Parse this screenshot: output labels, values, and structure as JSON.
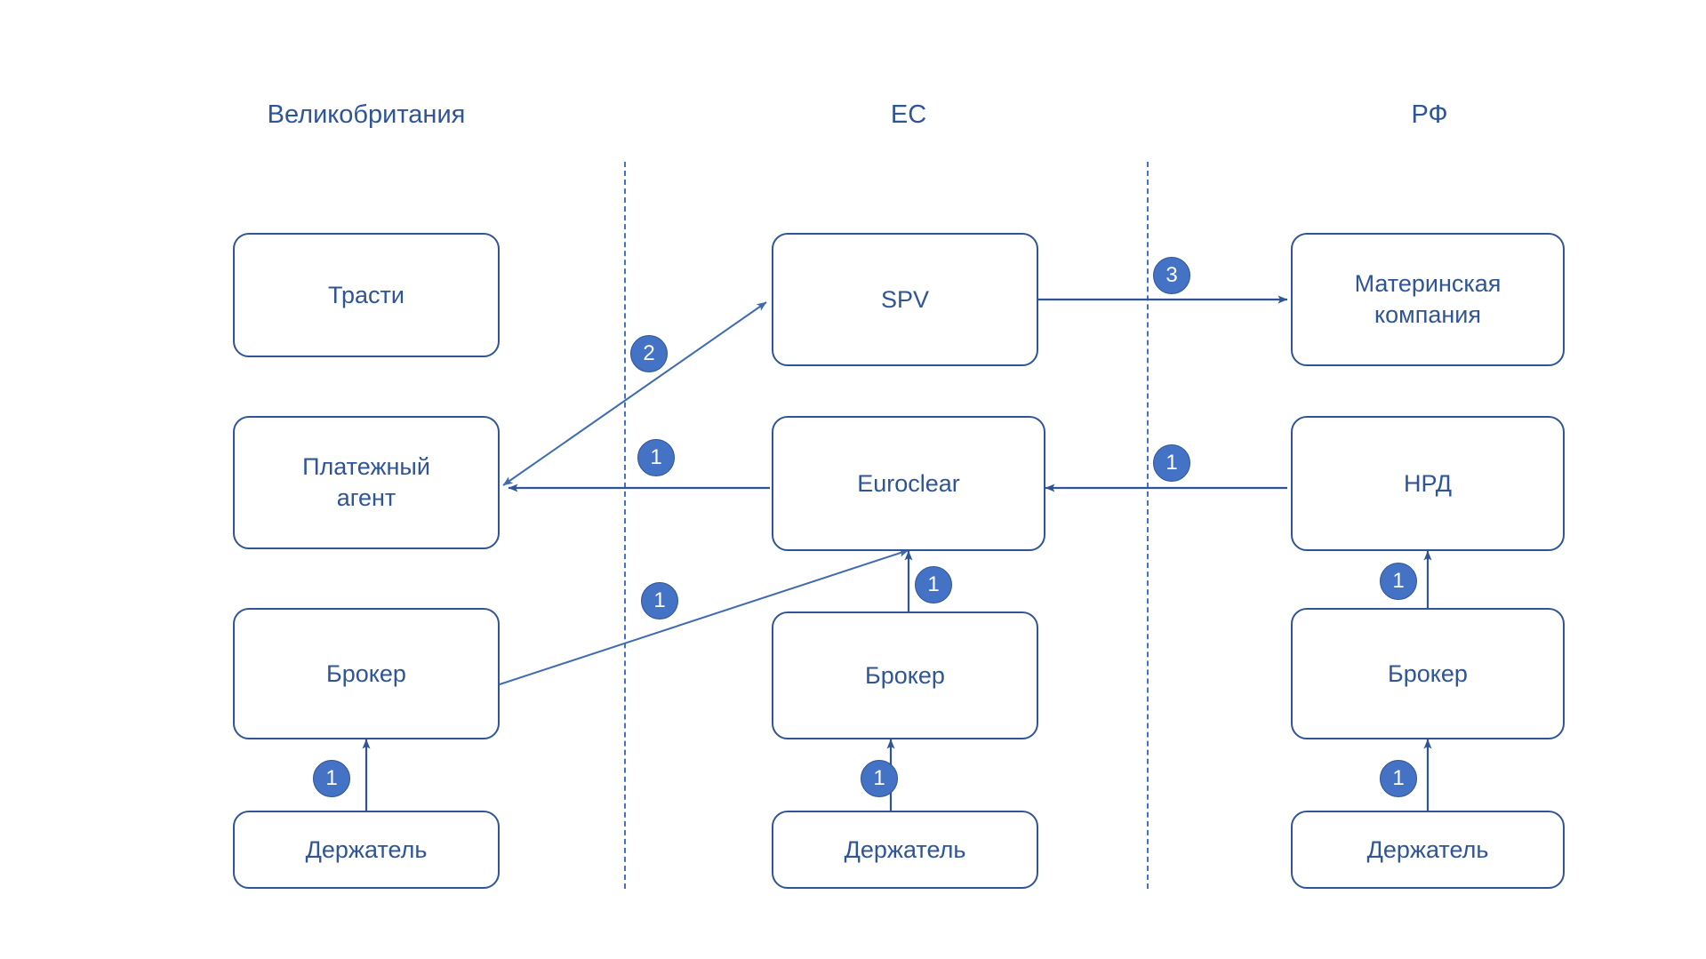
{
  "diagram": {
    "title_visible": false,
    "colors": {
      "line": "#2f5597",
      "thin_line": "#3f6bb0",
      "text": "#2f5597",
      "badge_fill": "#4472c4",
      "badge_text": "#ffffff",
      "divider": "#4472c4",
      "background": "#ffffff"
    },
    "columns": [
      {
        "id": "uk",
        "label": "Великобритания"
      },
      {
        "id": "eu",
        "label": "ЕС"
      },
      {
        "id": "rf",
        "label": "РФ"
      }
    ],
    "dividers": [
      {
        "id": "divider-uk-eu"
      },
      {
        "id": "divider-eu-rf"
      }
    ],
    "nodes": [
      {
        "id": "trustee",
        "column": "uk",
        "label": "Трасти"
      },
      {
        "id": "paying-agent",
        "column": "uk",
        "label": "Платежный\nагент"
      },
      {
        "id": "broker-uk",
        "column": "uk",
        "label": "Брокер"
      },
      {
        "id": "holder-uk",
        "column": "uk",
        "label": "Держатель"
      },
      {
        "id": "spv",
        "column": "eu",
        "label": "SPV"
      },
      {
        "id": "euroclear",
        "column": "eu",
        "label": "Euroclear"
      },
      {
        "id": "broker-eu",
        "column": "eu",
        "label": "Брокер"
      },
      {
        "id": "holder-eu",
        "column": "eu",
        "label": "Держатель"
      },
      {
        "id": "parent-company",
        "column": "rf",
        "label": "Материнская\nкомпания"
      },
      {
        "id": "nsd",
        "column": "rf",
        "label": "НРД"
      },
      {
        "id": "broker-rf",
        "column": "rf",
        "label": "Брокер"
      },
      {
        "id": "holder-rf",
        "column": "rf",
        "label": "Держатель"
      }
    ],
    "edges": [
      {
        "id": "edge-euroclear-paying-agent",
        "from": "euroclear",
        "to": "paying-agent",
        "step": "1",
        "direction": "left"
      },
      {
        "id": "edge-paying-agent-spv",
        "from": "paying-agent",
        "to": "spv",
        "step": "2",
        "direction": "both"
      },
      {
        "id": "edge-spv-parent-company",
        "from": "spv",
        "to": "parent-company",
        "step": "3",
        "direction": "right"
      },
      {
        "id": "edge-nsd-euroclear",
        "from": "nsd",
        "to": "euroclear",
        "step": "1",
        "direction": "left"
      },
      {
        "id": "edge-broker-uk-euroclear",
        "from": "broker-uk",
        "to": "euroclear",
        "step": "1",
        "direction": "up-right"
      },
      {
        "id": "edge-broker-eu-euroclear",
        "from": "broker-eu",
        "to": "euroclear",
        "step": "1",
        "direction": "up"
      },
      {
        "id": "edge-broker-rf-nsd",
        "from": "broker-rf",
        "to": "nsd",
        "step": "1",
        "direction": "up"
      },
      {
        "id": "edge-holder-uk-broker-uk",
        "from": "holder-uk",
        "to": "broker-uk",
        "step": "1",
        "direction": "up"
      },
      {
        "id": "edge-holder-eu-broker-eu",
        "from": "holder-eu",
        "to": "broker-eu",
        "step": "1",
        "direction": "up"
      },
      {
        "id": "edge-holder-rf-broker-rf",
        "from": "holder-rf",
        "to": "broker-rf",
        "step": "1",
        "direction": "up"
      }
    ],
    "badges": [
      {
        "id": "badge-step-2-paying-agent-spv",
        "step": "2"
      },
      {
        "id": "badge-step-3-spv-parent",
        "step": "3"
      },
      {
        "id": "badge-step-1-euroclear-agent",
        "step": "1"
      },
      {
        "id": "badge-step-1-nsd-euroclear",
        "step": "1"
      },
      {
        "id": "badge-step-1-broker-uk-euroclear",
        "step": "1"
      },
      {
        "id": "badge-step-1-broker-eu-euroclear",
        "step": "1"
      },
      {
        "id": "badge-step-1-broker-rf-nsd",
        "step": "1"
      },
      {
        "id": "badge-step-1-holder-uk-broker",
        "step": "1"
      },
      {
        "id": "badge-step-1-holder-eu-broker",
        "step": "1"
      },
      {
        "id": "badge-step-1-holder-rf-broker",
        "step": "1"
      }
    ]
  }
}
